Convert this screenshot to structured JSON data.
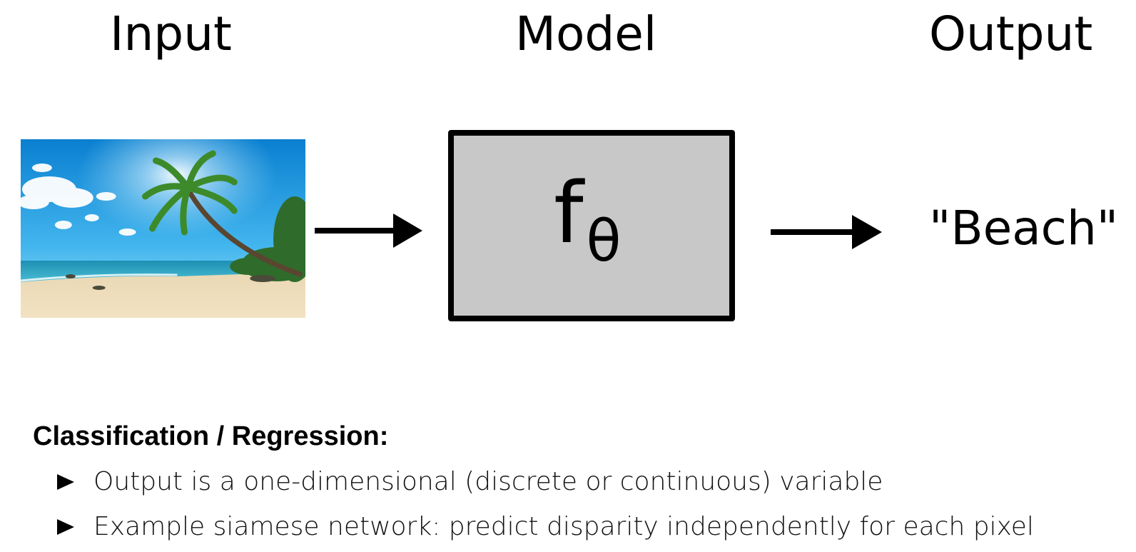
{
  "headers": {
    "input": "Input",
    "model": "Model",
    "output": "Output"
  },
  "model": {
    "symbol": "f",
    "subscript": "θ"
  },
  "output_value": "\"Beach\"",
  "section": {
    "heading": "Classification / Regression:",
    "bullets": [
      "Output is a one-dimensional (discrete or continuous) variable",
      "Example siamese network: predict disparity independently for each pixel"
    ]
  },
  "colors": {
    "model_box_fill": "#c8c8c8",
    "stroke": "#000000"
  },
  "icons": {
    "arrow": "right-arrow-icon",
    "bullet": "triangle-bullet-icon"
  }
}
